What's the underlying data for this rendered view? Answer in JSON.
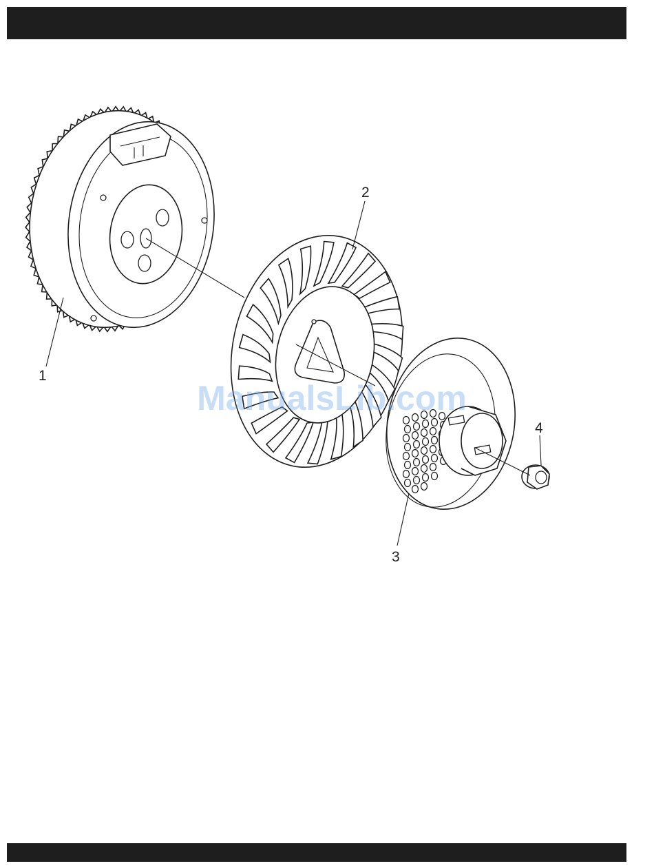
{
  "diagram": {
    "callouts": [
      {
        "id": "1",
        "label": "1"
      },
      {
        "id": "2",
        "label": "2"
      },
      {
        "id": "3",
        "label": "3"
      },
      {
        "id": "4",
        "label": "4"
      }
    ],
    "watermark": "ManualsLib.com"
  },
  "colors": {
    "band": "#1e1e1e",
    "line": "#1d1d1d",
    "watermark": "#6fa6e8"
  }
}
